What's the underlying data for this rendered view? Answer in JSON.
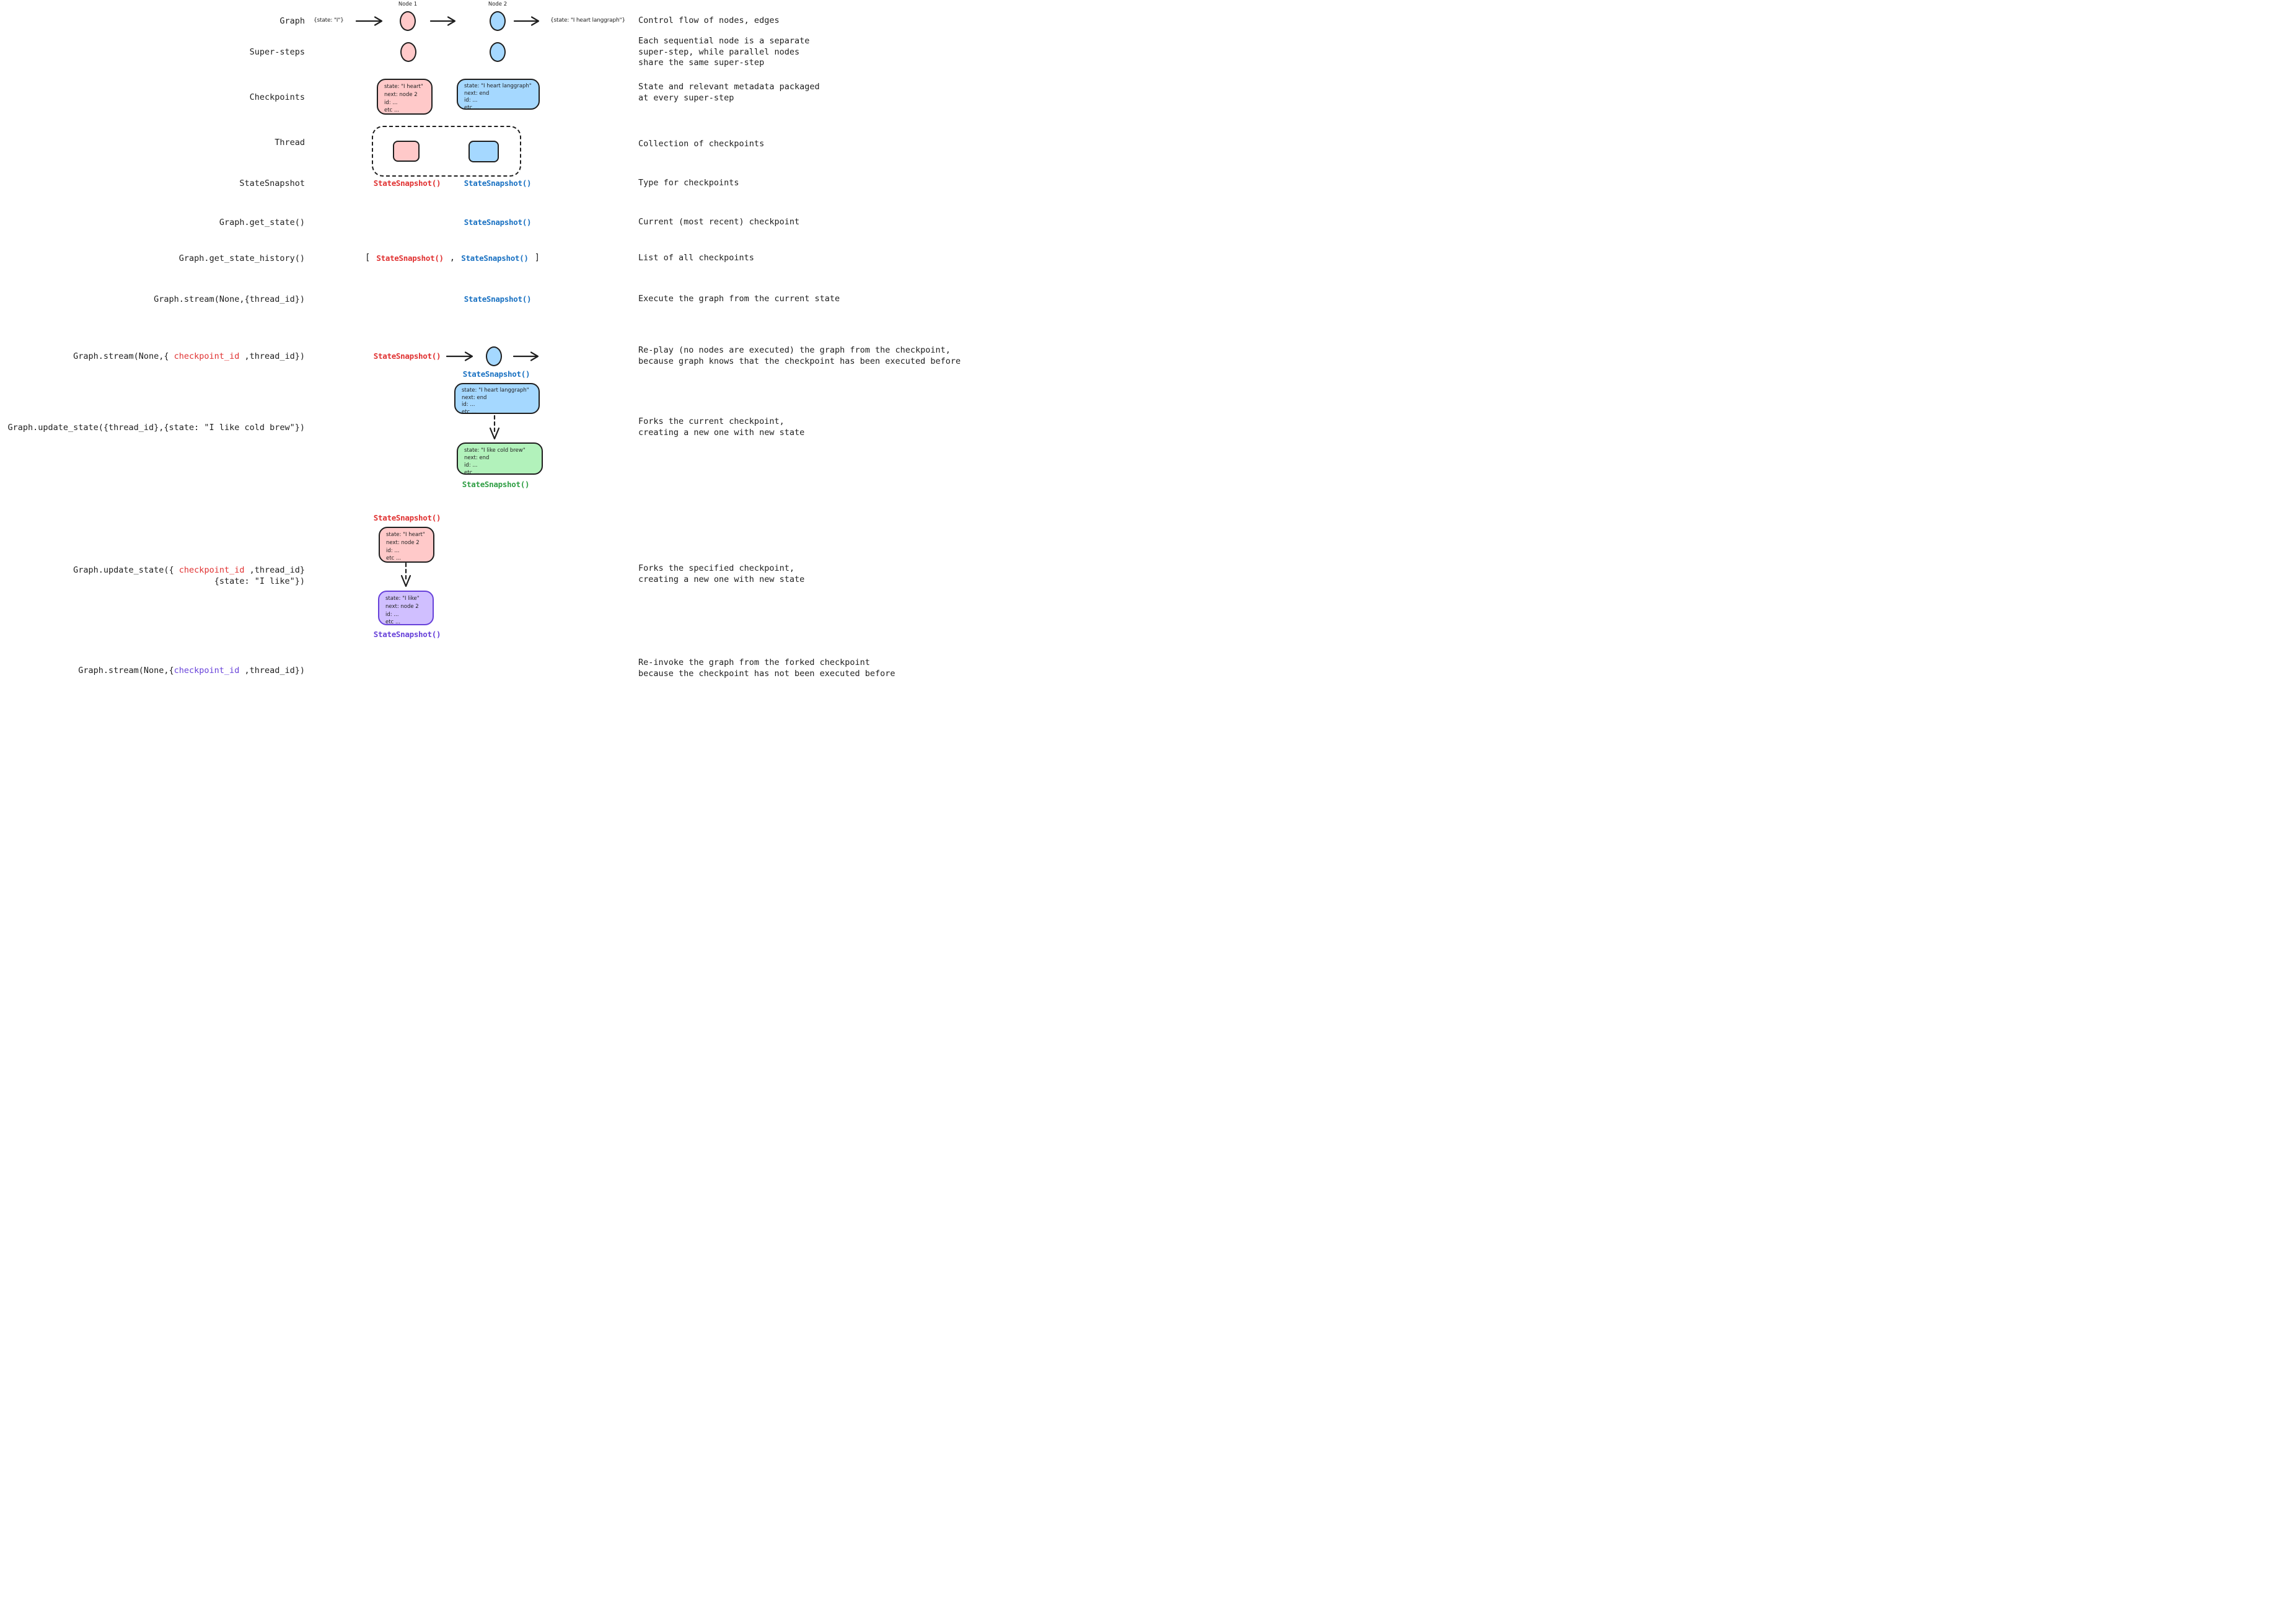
{
  "palette": {
    "ink": "#1e1e1e",
    "red": "#e03131",
    "blue": "#1971c2",
    "green": "#2f9e44",
    "violet": "#6741d9",
    "pink-fill": "#ffc9c9",
    "blue-fill": "#a5d8ff",
    "green-fill": "#b2f2bb",
    "violet-fill": "#d0bfff"
  },
  "rows": {
    "graph": {
      "label": "Graph",
      "desc": "Control flow of nodes, edges",
      "node1": "Node 1",
      "node2": "Node 2",
      "input": "{state: \"I\"}",
      "output": "{state: \"I heart langgraph\"}"
    },
    "super_steps": {
      "label": "Super-steps",
      "desc": "Each sequential node is a separate\nsuper-step, while parallel nodes\nshare the same super-step"
    },
    "checkpoints": {
      "label": "Checkpoints",
      "desc": "State and relevant metadata packaged\nat every super-step",
      "pink_card": "state: \"I heart\"\nnext: node 2\nid: ...\netc ...",
      "blue_card": "state: \"I heart langgraph\"\nnext: end\nid: ...\netc ..."
    },
    "thread": {
      "label": "Thread",
      "desc": "Collection of checkpoints"
    },
    "state_snapshot": {
      "label": "StateSnapshot",
      "desc": "Type for checkpoints",
      "red_call": "StateSnapshot()",
      "blue_call": "StateSnapshot()"
    },
    "get_state": {
      "label": "Graph.get_state()",
      "desc": "Current (most recent) checkpoint",
      "blue_call": "StateSnapshot()"
    },
    "get_state_history": {
      "label": "Graph.get_state_history()",
      "desc": "List of all checkpoints",
      "open": "[",
      "red_call": "StateSnapshot()",
      "comma": ",",
      "blue_call": "StateSnapshot()",
      "close": "]"
    },
    "stream_thread": {
      "label": "Graph.stream(None,{thread_id})",
      "desc": "Execute the graph from the current state",
      "blue_call": "StateSnapshot()"
    },
    "replay": {
      "label_pre": "Graph.stream(None,{",
      "label_red": " checkpoint_id ",
      "label_post": ",thread_id})",
      "desc": "Re-play (no nodes are executed) the graph from the checkpoint,\nbecause graph knows that the checkpoint has been executed before",
      "red_call": "StateSnapshot()"
    },
    "fork_current": {
      "label": "Graph.update_state({thread_id},{state: \"I like cold brew\"})",
      "desc": "Forks the current checkpoint,\ncreating a new one with new state",
      "blue_call": "StateSnapshot()",
      "blue_card": "state: \"I heart langgraph\"\nnext: end\nid: ...\netc ...",
      "green_card": "state: \"I like cold brew\"\nnext: end\nid: ...\netc ...",
      "green_call": "StateSnapshot()"
    },
    "fork_specified": {
      "label_pre": "Graph.update_state({",
      "label_red": " checkpoint_id ",
      "label_post": ",thread_id}",
      "label_line2": "{state: \"I like\"})",
      "desc": "Forks the specified checkpoint,\ncreating a new one with new state",
      "red_call": "StateSnapshot()",
      "pink_card": "state: \"I heart\"\nnext: node 2\nid: ...\netc ...",
      "purple_card": "state: \"I like\"\nnext: node 2\nid: ...\netc ...",
      "purple_call": "StateSnapshot()"
    },
    "reinvoke": {
      "label_pre": "Graph.stream(None,{",
      "label_purple": "checkpoint_id",
      "label_post": " ,thread_id})",
      "desc": "Re-invoke the graph from the forked checkpoint\nbecause the checkpoint has not been executed before"
    }
  }
}
